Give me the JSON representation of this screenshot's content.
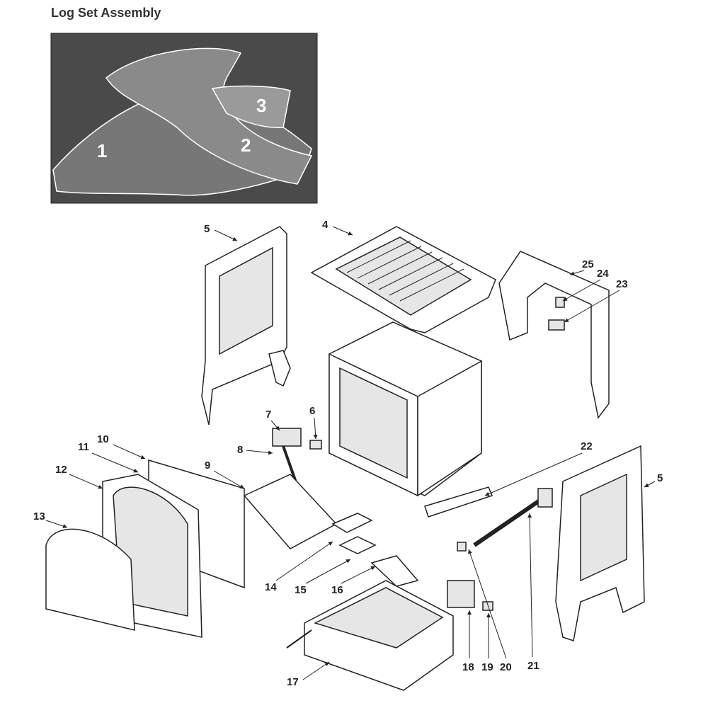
{
  "title": "Log Set Assembly",
  "log_labels": [
    "1",
    "2",
    "3"
  ],
  "callouts": [
    "5",
    "4",
    "25",
    "24",
    "23",
    "7",
    "6",
    "8",
    "10",
    "11",
    "12",
    "9",
    "13",
    "22",
    "5",
    "14",
    "15",
    "16",
    "17",
    "18",
    "19",
    "20",
    "21"
  ]
}
